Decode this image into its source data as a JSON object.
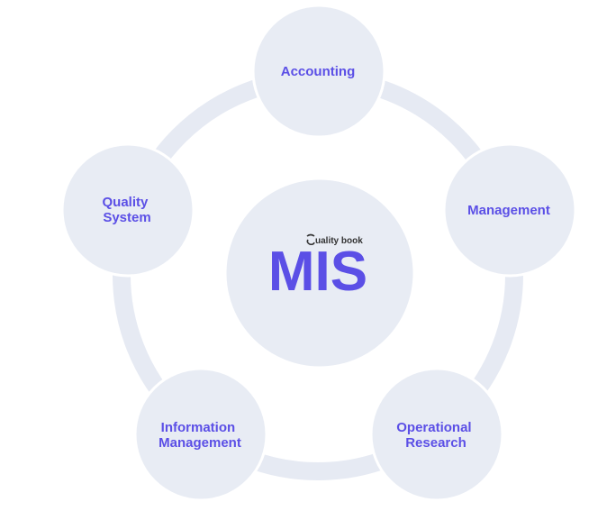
{
  "colors": {
    "ring": "#e6eaf3",
    "node_fill": "#e8ecf4",
    "node_stroke": "#ffffff",
    "text_accent": "#5b4fe6",
    "watermark": "#333333"
  },
  "center": {
    "label": "MIS",
    "watermark": "uality book"
  },
  "nodes": [
    {
      "id": "accounting",
      "lines": [
        "Accounting"
      ]
    },
    {
      "id": "management",
      "lines": [
        "Management"
      ]
    },
    {
      "id": "operational-research",
      "lines": [
        "Operational",
        "Research"
      ]
    },
    {
      "id": "information-management",
      "lines": [
        "Information",
        "Management"
      ]
    },
    {
      "id": "quality-system",
      "lines": [
        "Quality",
        "System"
      ]
    }
  ]
}
